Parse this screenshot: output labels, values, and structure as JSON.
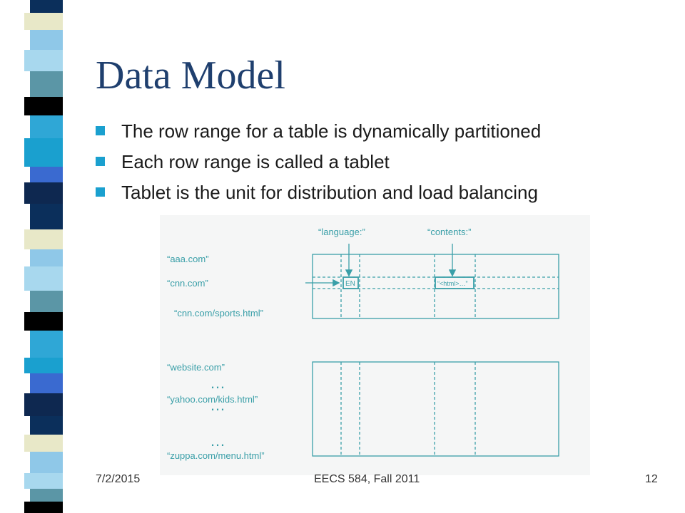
{
  "slide": {
    "title": "Data Model",
    "bullets": [
      "The row range for a table is dynamically partitioned",
      "Each row range is called a tablet",
      "Tablet is the unit for distribution and load balancing"
    ]
  },
  "figure": {
    "column_labels": [
      "“language:”",
      "“contents:”"
    ],
    "row_labels": [
      "“aaa.com”",
      "“cnn.com”",
      "“cnn.com/sports.html”",
      "“website.com”",
      "“yahoo.com/kids.html”",
      "“zuppa.com/menu.html”"
    ],
    "ellipsis": "…",
    "cell_values": [
      "EN",
      "“<html>…”"
    ]
  },
  "footer": {
    "date": "7/2/2015",
    "course": "EECS 584, Fall 2011",
    "page": "12"
  },
  "colors": {
    "title": "#1f3f6e",
    "bullet": "#1aa0cf",
    "diagram": "#3a9fa8"
  }
}
